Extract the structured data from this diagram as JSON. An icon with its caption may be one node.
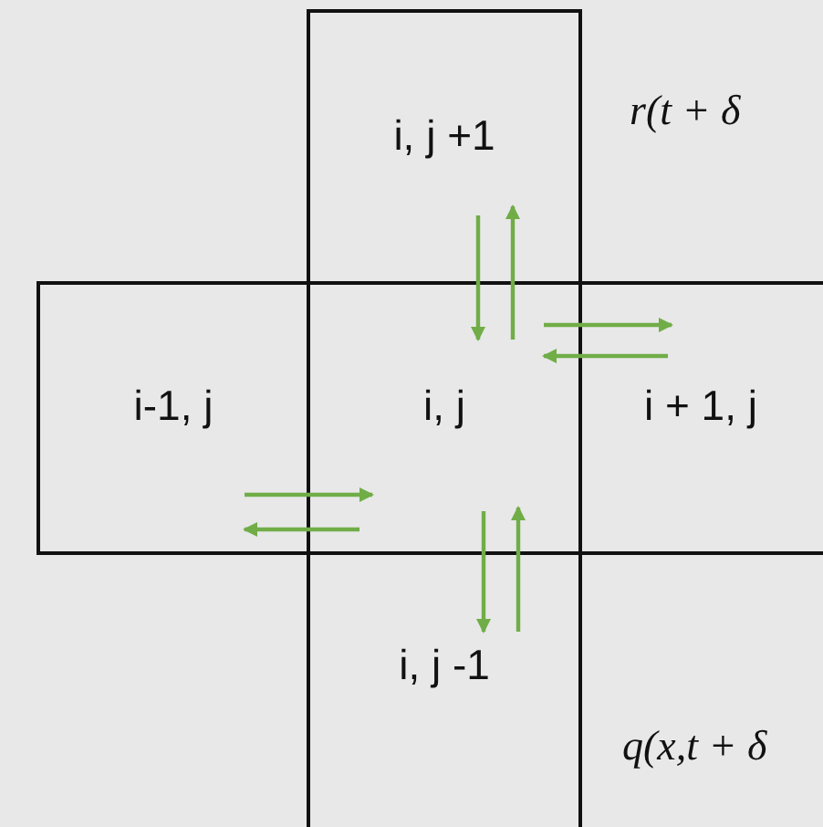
{
  "diagram": {
    "nodes": [
      {
        "text": [
          "i, j +1"
        ]
      },
      {
        "text": [
          "i-1, j"
        ]
      },
      {
        "text": [
          "i, j"
        ]
      },
      {
        "text": [
          "i + 1, j"
        ]
      },
      {
        "text": [
          "i, j -1"
        ]
      }
    ],
    "edges": [
      {
        "from": 0,
        "to": 2,
        "arrow": "to",
        "color": "#70ad47"
      },
      {
        "from": 2,
        "to": 0,
        "arrow": "to",
        "color": "#70ad47"
      },
      {
        "from": 2,
        "to": 3,
        "arrow": "to",
        "color": "#70ad47"
      },
      {
        "from": 3,
        "to": 2,
        "arrow": "to",
        "color": "#70ad47"
      },
      {
        "from": 1,
        "to": 2,
        "arrow": "to",
        "color": "#70ad47"
      },
      {
        "from": 2,
        "to": 1,
        "arrow": "to",
        "color": "#70ad47"
      },
      {
        "from": 2,
        "to": 4,
        "arrow": "to",
        "color": "#70ad47"
      },
      {
        "from": 4,
        "to": 2,
        "arrow": "to",
        "color": "#70ad47"
      }
    ],
    "labels": [
      "r(t + δ",
      "q(x,t + δ"
    ]
  }
}
